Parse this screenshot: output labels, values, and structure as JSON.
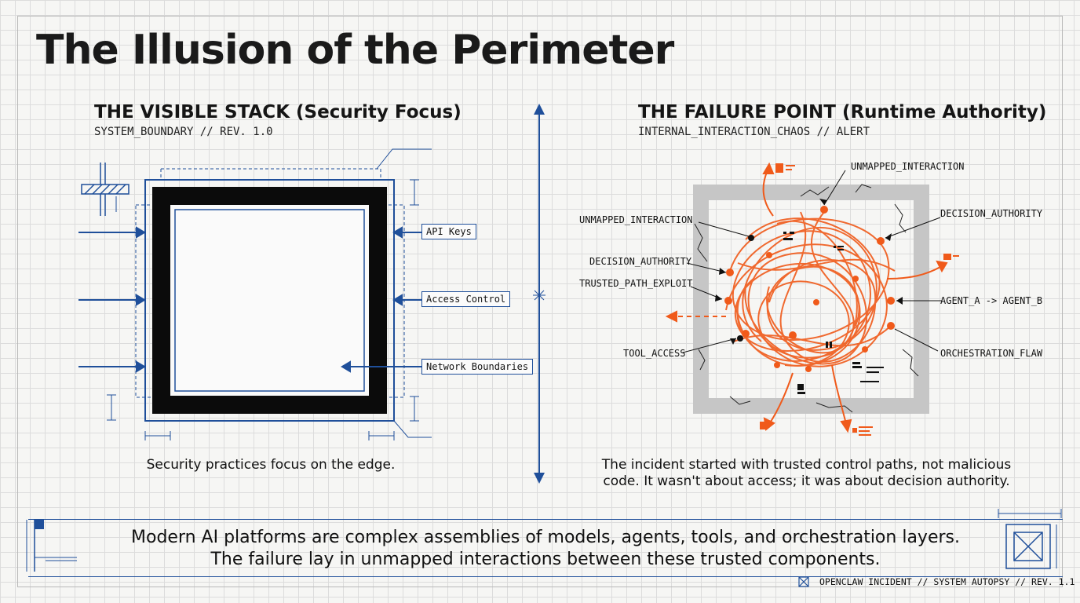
{
  "title": "The Illusion of the Perimeter",
  "left": {
    "heading": "THE VISIBLE STACK (Security Focus)",
    "subheading": "SYSTEM_BOUNDARY // REV. 1.0",
    "callouts": [
      "API Keys",
      "Access Control",
      "Network Boundaries"
    ],
    "caption": "Security practices focus on the edge."
  },
  "right": {
    "heading": "THE FAILURE POINT (Runtime Authority)",
    "subheading": "INTERNAL_INTERACTION_CHAOS // ALERT",
    "labels": {
      "unmapped_top": "UNMAPPED_INTERACTION",
      "unmapped_left": "UNMAPPED_INTERACTION",
      "decision_right": "DECISION_AUTHORITY",
      "decision_left": "DECISION_AUTHORITY",
      "trusted_path": "TRUSTED_PATH_EXPLOIT",
      "agent": "AGENT_A -> AGENT_B",
      "tool_access": "TOOL_ACCESS",
      "orchestration": "ORCHESTRATION_FLAW"
    },
    "caption_line1": "The incident started with trusted control paths, not malicious",
    "caption_line2": "code. It wasn't about access; it was about decision authority."
  },
  "banner": {
    "line1": "Modern AI platforms are complex assemblies of models, agents, tools, and orchestration layers.",
    "line2": "The failure lay in unmapped interactions between these trusted components."
  },
  "footer": "OPENCLAW INCIDENT // SYSTEM AUTOPSY // REV. 1.1",
  "colors": {
    "accent_blue": "#1f4f9a",
    "alert_orange": "#f05a1a",
    "ink": "#111111"
  }
}
